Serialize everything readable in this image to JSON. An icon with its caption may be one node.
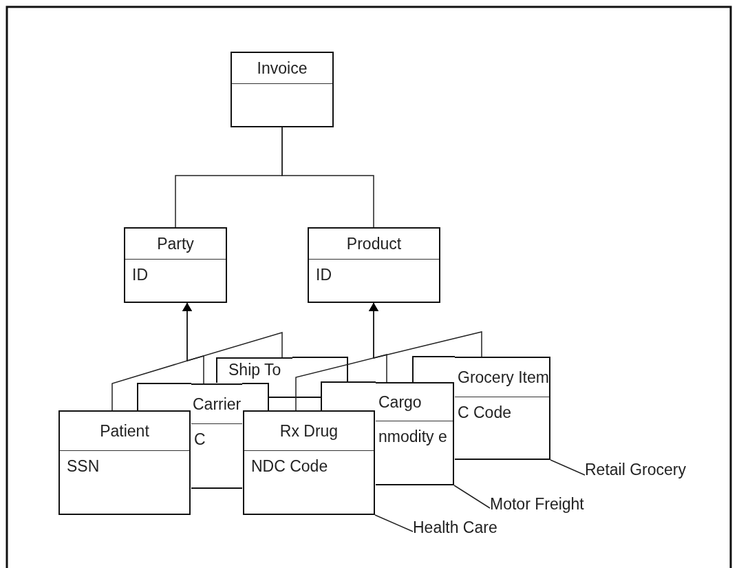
{
  "diagram": {
    "nodes": [
      {
        "text": [
          "Invoice"
        ]
      },
      {
        "text": [
          "Party",
          "ID"
        ]
      },
      {
        "text": [
          "Product",
          "ID"
        ]
      },
      {
        "text": [
          "Ship To"
        ]
      },
      {
        "text": [
          "Grocery Item",
          "C Code"
        ]
      },
      {
        "text": [
          "Carrier",
          "C"
        ]
      },
      {
        "text": [
          "Cargo",
          "nmodity e"
        ]
      },
      {
        "text": [
          "Patient",
          "SSN"
        ]
      },
      {
        "text": [
          "Rx Drug",
          "NDC Code"
        ]
      },
      {
        "text": [
          "Retail Grocery"
        ]
      },
      {
        "text": [
          "Motor Freight"
        ]
      },
      {
        "text": [
          "Health Care"
        ]
      }
    ],
    "edges": [
      {
        "from": 0,
        "to": 1,
        "arrow": "none"
      },
      {
        "from": 0,
        "to": 2,
        "arrow": "none"
      },
      {
        "from": 7,
        "to": 1,
        "arrow": "to"
      },
      {
        "from": 5,
        "to": 1,
        "arrow": "to"
      },
      {
        "from": 3,
        "to": 1,
        "arrow": "to"
      },
      {
        "from": 8,
        "to": 2,
        "arrow": "to"
      },
      {
        "from": 6,
        "to": 2,
        "arrow": "to"
      },
      {
        "from": 4,
        "to": 2,
        "arrow": "to"
      },
      {
        "from": 9,
        "to": 4,
        "arrow": "none"
      },
      {
        "from": 10,
        "to": 6,
        "arrow": "none"
      },
      {
        "from": 11,
        "to": 8,
        "arrow": "none"
      }
    ]
  }
}
